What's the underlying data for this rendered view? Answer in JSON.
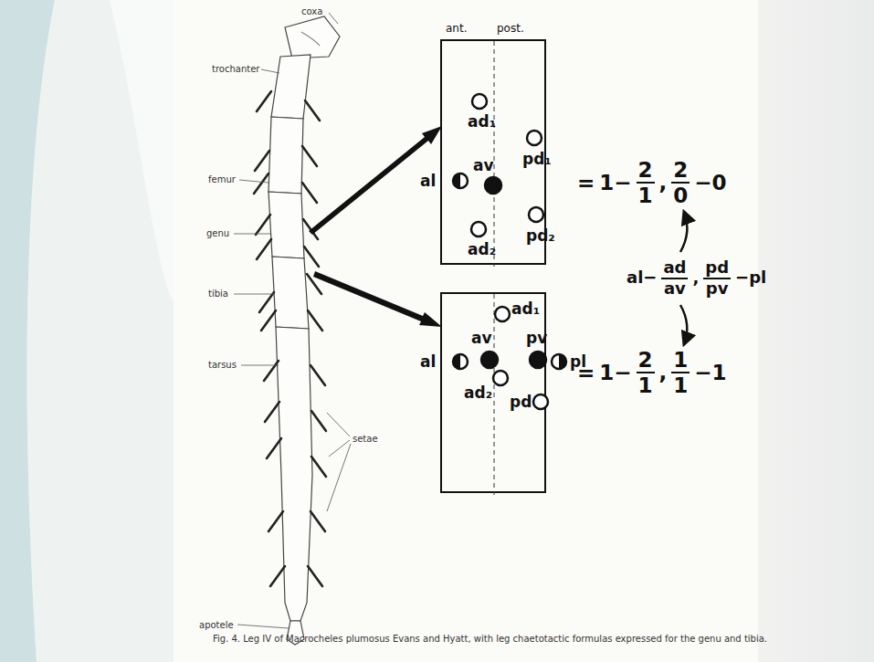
{
  "diagram": {
    "caption": "Fig. 4. Leg IV of Macrocheles plumosus Evans and Hyatt, with leg chaetotactic formulas expressed for the genu and tibia.",
    "nodes": [
      {
        "text": [
          "ant.",
          "post.",
          "ad₁",
          "pd₁",
          "al",
          "av",
          "ad₂",
          "pd₂"
        ]
      },
      {
        "text": [
          "ad₁",
          "al",
          "av",
          "pv",
          "pl",
          "ad₂",
          "pd"
        ]
      }
    ],
    "labels": [
      "coxa",
      "trochanter",
      "femur",
      "genu",
      "tibia",
      "tarsus",
      "setae",
      "apotele",
      "=",
      "1−",
      "2",
      "1",
      ",",
      "2",
      "0",
      "−0",
      "al−",
      "ad",
      "av",
      ",",
      "pd",
      "pv",
      "−pl",
      "=",
      "1−",
      "2",
      "1",
      ",",
      "1",
      "1",
      "−1"
    ]
  }
}
